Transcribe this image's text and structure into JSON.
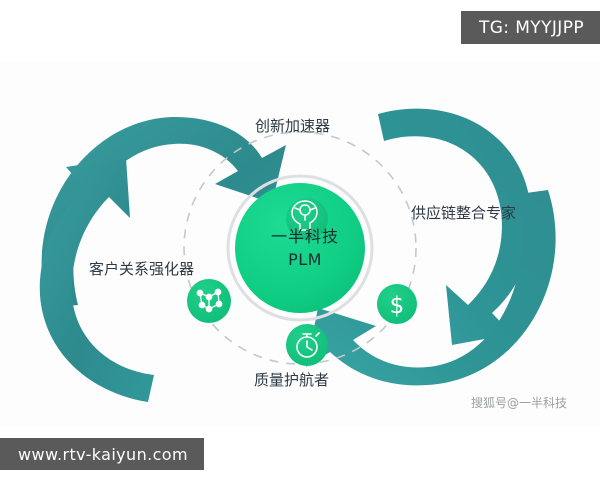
{
  "overlays": {
    "tag_banner": "TG: MYYJJPP",
    "url_banner": "www.rtv-kaiyun.com"
  },
  "diagram": {
    "center": {
      "title_cn": "一半科技",
      "title_en": "PLM",
      "fill_color": "#13cf86",
      "ring_color": "#d8dcdd"
    },
    "dashed_ring_color": "#c3c8cb",
    "arrow_color": "#2f8f92",
    "badge_color": "#18c47e",
    "nodes": [
      {
        "label": "创新加速器",
        "icon": "brain-head-icon",
        "position": "top"
      },
      {
        "label": "供应链整合专家",
        "icon": "dollar-sign-icon",
        "position": "right"
      },
      {
        "label": "质量护航者",
        "icon": "stopwatch-icon",
        "position": "bottom"
      },
      {
        "label": "客户关系强化器",
        "icon": "network-nodes-icon",
        "position": "left"
      }
    ]
  },
  "watermark": "搜狐号@一半科技"
}
